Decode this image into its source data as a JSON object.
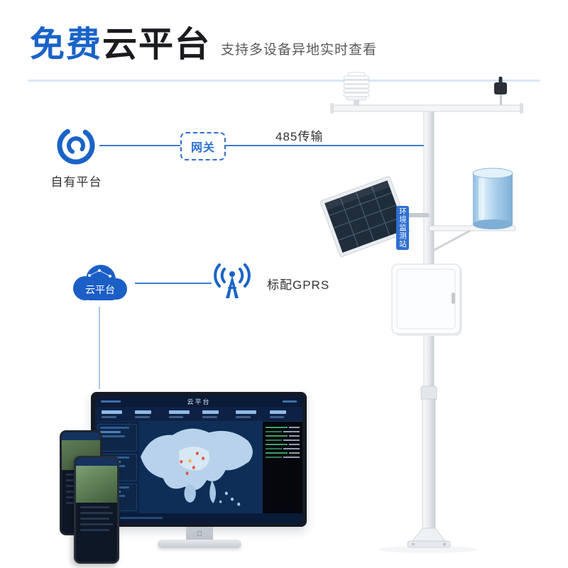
{
  "header": {
    "title_highlight": "免费",
    "title_rest": "云平台",
    "subtitle": "支持多设备异地实时查看"
  },
  "flow": {
    "own_platform_label": "自有平台",
    "gateway_label": "网关",
    "rs485_label": "485传输",
    "cloud_label": "云平台",
    "gprs_label": "标配GPRS"
  },
  "station": {
    "cabinet_label": "环境监测站"
  },
  "monitor": {
    "dashboard_title": "云平台"
  },
  "colors": {
    "accent_blue": "#1a63c8",
    "line_blue": "#3d7ccd",
    "title_dark": "#1b1c20",
    "cabinet_label_bg": "#2e6fd0",
    "divider_blue": "#d7e7f8"
  }
}
